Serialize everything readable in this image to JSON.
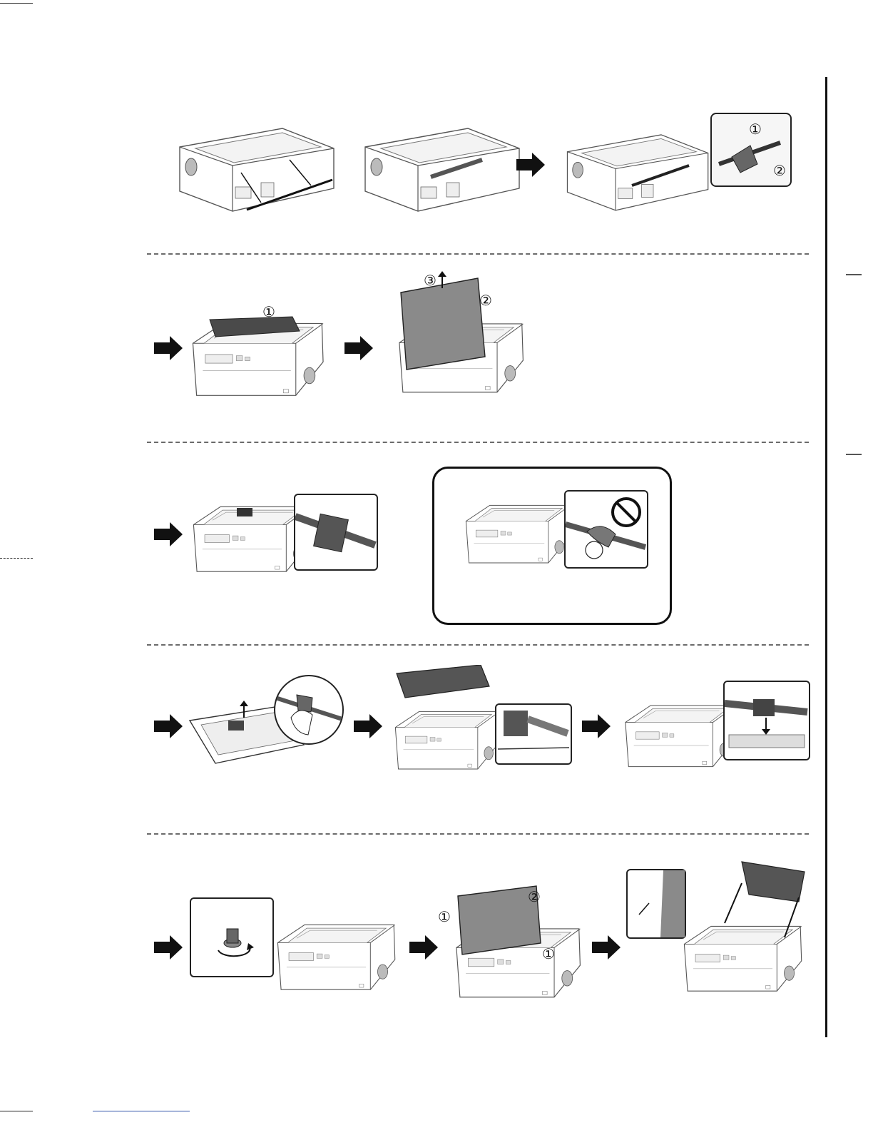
{
  "page": {
    "background": "#ffffff",
    "line_color": "#111111",
    "dashed_separator_color": "#6b6b6b",
    "footer_link_color": "#3355aa"
  },
  "callouts": {
    "step1_roller": {
      "one": "①",
      "two": "②"
    },
    "step2_cover": {
      "one": "①",
      "two": "②",
      "three": "③"
    },
    "step5_cover": {
      "one_left": "①",
      "two": "②",
      "one_right": "①"
    }
  },
  "icons": {
    "step_arrow": "right-arrow-icon",
    "prohibited": "no-entry-icon"
  }
}
